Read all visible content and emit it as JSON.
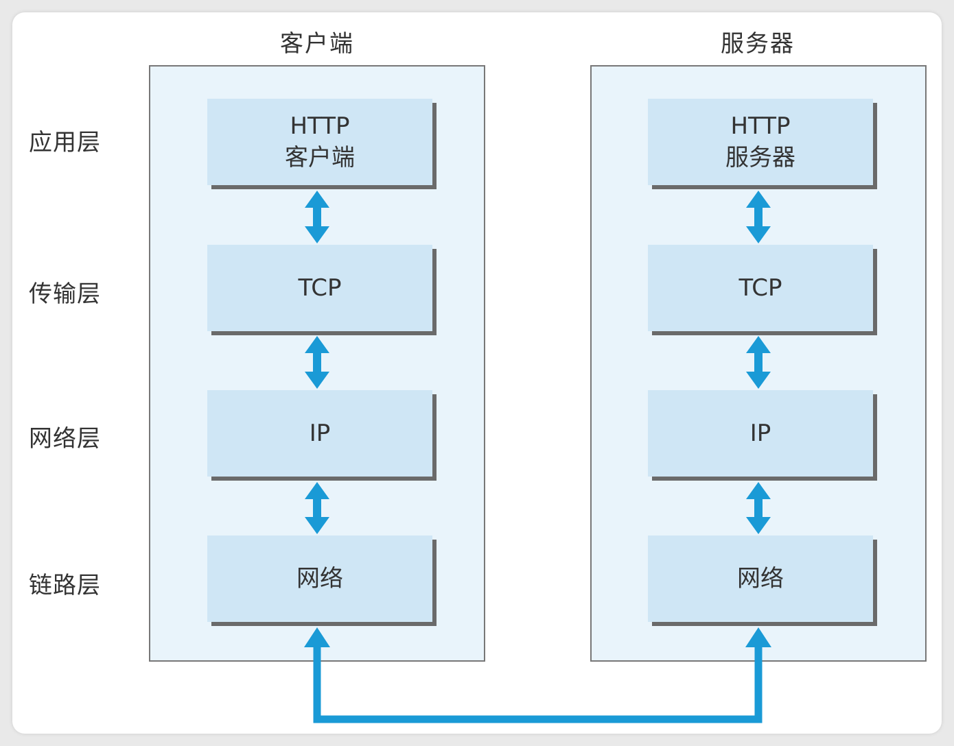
{
  "columns": {
    "client": {
      "title": "客户端",
      "boxes": [
        {
          "line1": "HTTP",
          "line2": "客户端"
        },
        {
          "line1": "TCP",
          "line2": ""
        },
        {
          "line1": "IP",
          "line2": ""
        },
        {
          "line1": "网络",
          "line2": ""
        }
      ]
    },
    "server": {
      "title": "服务器",
      "boxes": [
        {
          "line1": "HTTP",
          "line2": "服务器"
        },
        {
          "line1": "TCP",
          "line2": ""
        },
        {
          "line1": "IP",
          "line2": ""
        },
        {
          "line1": "网络",
          "line2": ""
        }
      ]
    }
  },
  "layers": [
    "应用层",
    "传输层",
    "网络层",
    "链路层"
  ],
  "colors": {
    "arrow": "#1a9ad6",
    "box_fill": "#cfe6f5",
    "panel_fill": "#e9f4fb"
  }
}
